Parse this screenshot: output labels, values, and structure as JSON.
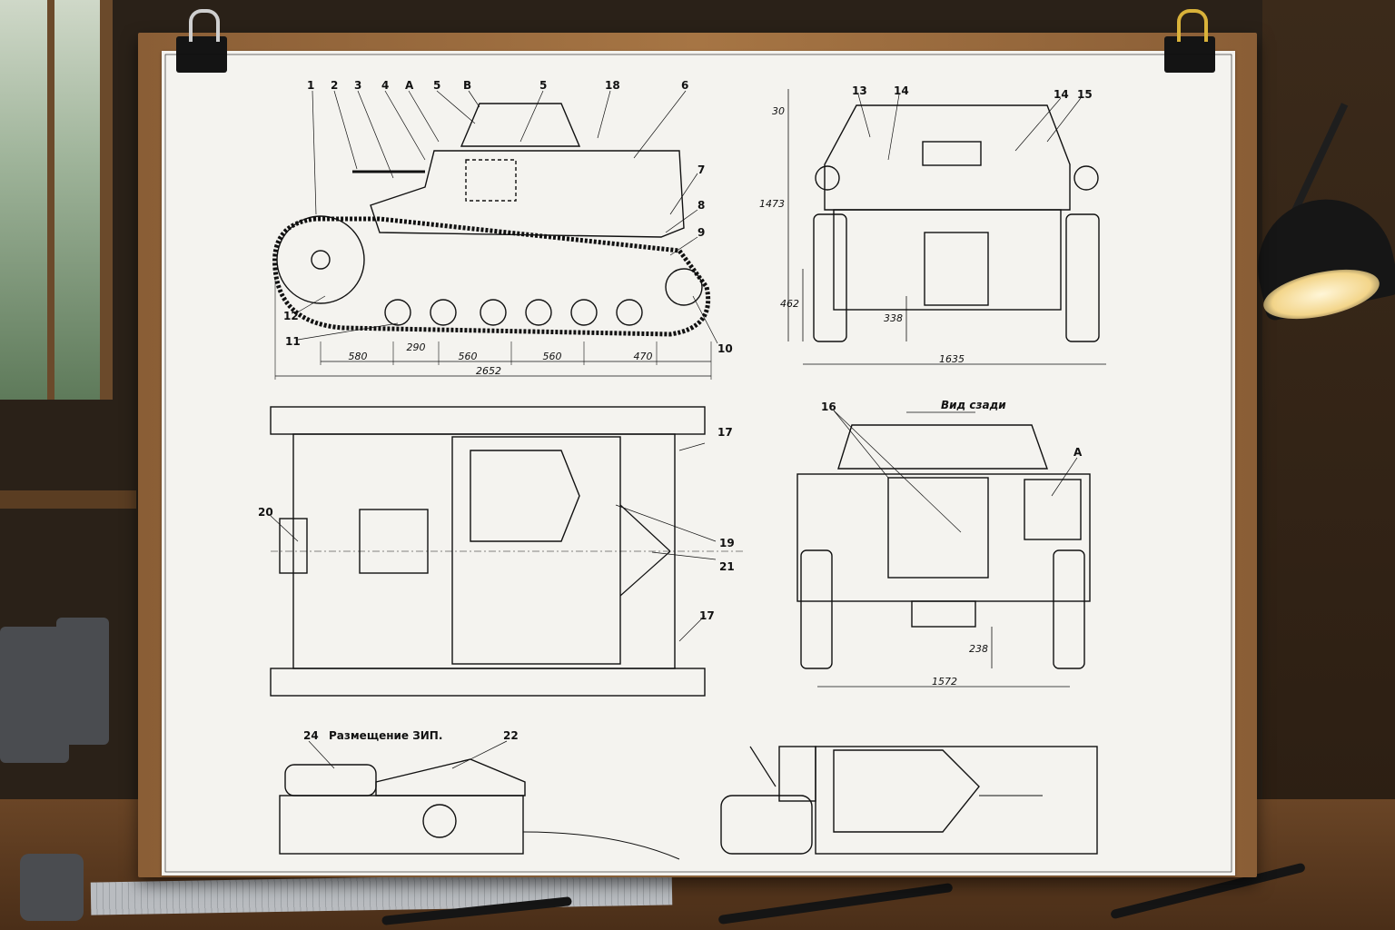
{
  "title_label": "Вид сзади",
  "zip_label": "Размещение ЗИП.",
  "side_view": {
    "callouts": [
      "1",
      "2",
      "3",
      "4",
      "А",
      "5",
      "В",
      "5",
      "18",
      "6",
      "7",
      "8",
      "9",
      "10",
      "11",
      "12"
    ],
    "dims": {
      "d580": "580",
      "d290": "290",
      "d560a": "560",
      "d560b": "560",
      "d470": "470",
      "d2652": "2652"
    }
  },
  "front_view": {
    "callouts": [
      "13",
      "14",
      "14",
      "15"
    ],
    "dims": {
      "d30": "30",
      "d1473": "1473",
      "d462": "462",
      "d338": "338",
      "d1635": "1635"
    }
  },
  "top_view": {
    "callouts": [
      "17",
      "20",
      "19",
      "21",
      "17"
    ]
  },
  "rear_view": {
    "callouts": [
      "16",
      "А"
    ],
    "dims": {
      "d238": "238",
      "d1572": "1572"
    }
  },
  "bottom_views": {
    "callouts": [
      "24",
      "22"
    ]
  },
  "colors": {
    "paper": "#f4f3ef",
    "ink": "#111111",
    "board": "#a67544"
  }
}
